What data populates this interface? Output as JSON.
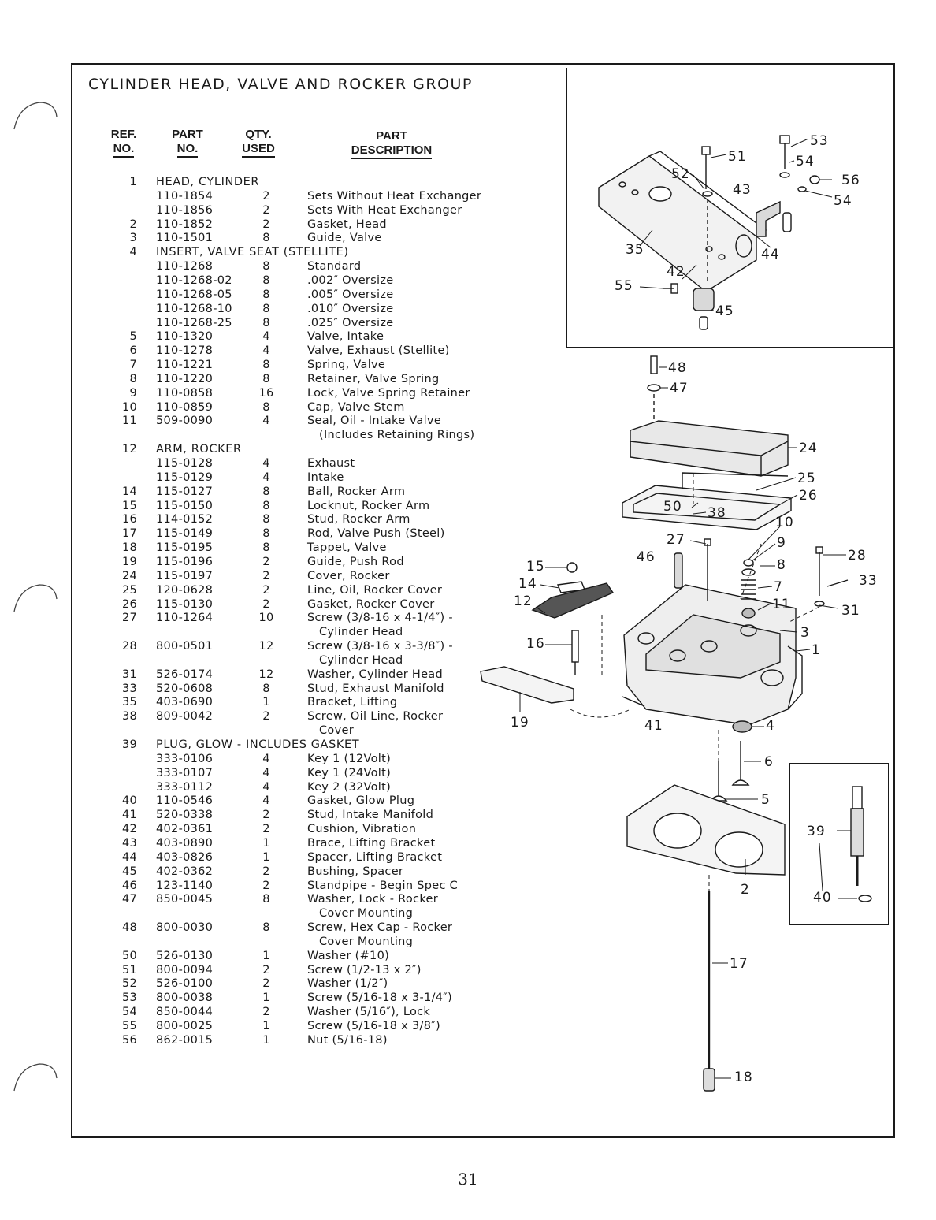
{
  "title": "CYLINDER HEAD, VALVE AND ROCKER GROUP",
  "headers": {
    "ref_line1": "REF.",
    "ref_line2": "NO.",
    "part_line1": "PART",
    "part_line2": "NO.",
    "qty_line1": "QTY.",
    "qty_line2": "USED",
    "desc_line1": "PART",
    "desc_line2": "DESCRIPTION"
  },
  "rows": [
    {
      "kind": "group",
      "ref": "1",
      "group": "HEAD, CYLINDER"
    },
    {
      "kind": "item",
      "ref": "",
      "part": "110-1854",
      "qty": "2",
      "desc": "Sets Without Heat Exchanger"
    },
    {
      "kind": "item",
      "ref": "",
      "part": "110-1856",
      "qty": "2",
      "desc": "Sets With Heat Exchanger"
    },
    {
      "kind": "item",
      "ref": "2",
      "part": "110-1852",
      "qty": "2",
      "desc": "Gasket, Head"
    },
    {
      "kind": "item",
      "ref": "3",
      "part": "110-1501",
      "qty": "8",
      "desc": "Guide, Valve"
    },
    {
      "kind": "group",
      "ref": "4",
      "group": "INSERT, VALVE SEAT (STELLITE)"
    },
    {
      "kind": "item",
      "ref": "",
      "part": "110-1268",
      "qty": "8",
      "desc": "Standard"
    },
    {
      "kind": "item",
      "ref": "",
      "part": "110-1268-02",
      "qty": "8",
      "desc": ".002″ Oversize"
    },
    {
      "kind": "item",
      "ref": "",
      "part": "110-1268-05",
      "qty": "8",
      "desc": ".005″ Oversize"
    },
    {
      "kind": "item",
      "ref": "",
      "part": "110-1268-10",
      "qty": "8",
      "desc": ".010″ Oversize"
    },
    {
      "kind": "item",
      "ref": "",
      "part": "110-1268-25",
      "qty": "8",
      "desc": ".025″ Oversize"
    },
    {
      "kind": "item",
      "ref": "5",
      "part": "110-1320",
      "qty": "4",
      "desc": "Valve, Intake"
    },
    {
      "kind": "item",
      "ref": "6",
      "part": "110-1278",
      "qty": "4",
      "desc": "Valve, Exhaust (Stellite)"
    },
    {
      "kind": "item",
      "ref": "7",
      "part": "110-1221",
      "qty": "8",
      "desc": "Spring, Valve"
    },
    {
      "kind": "item",
      "ref": "8",
      "part": "110-1220",
      "qty": "8",
      "desc": "Retainer, Valve Spring"
    },
    {
      "kind": "item",
      "ref": "9",
      "part": "110-0858",
      "qty": "16",
      "desc": "Lock, Valve Spring Retainer"
    },
    {
      "kind": "item",
      "ref": "10",
      "part": "110-0859",
      "qty": "8",
      "desc": "Cap, Valve Stem"
    },
    {
      "kind": "item",
      "ref": "11",
      "part": "509-0090",
      "qty": "4",
      "desc": "Seal, Oil - Intake Valve"
    },
    {
      "kind": "cont",
      "desc": "(Includes Retaining Rings)"
    },
    {
      "kind": "group",
      "ref": "12",
      "group": "ARM, ROCKER"
    },
    {
      "kind": "item",
      "ref": "",
      "part": "115-0128",
      "qty": "4",
      "desc": "Exhaust"
    },
    {
      "kind": "item",
      "ref": "",
      "part": "115-0129",
      "qty": "4",
      "desc": "Intake"
    },
    {
      "kind": "item",
      "ref": "14",
      "part": "115-0127",
      "qty": "8",
      "desc": "Ball, Rocker Arm"
    },
    {
      "kind": "item",
      "ref": "15",
      "part": "115-0150",
      "qty": "8",
      "desc": "Locknut, Rocker Arm"
    },
    {
      "kind": "item",
      "ref": "16",
      "part": "114-0152",
      "qty": "8",
      "desc": "Stud, Rocker Arm"
    },
    {
      "kind": "item",
      "ref": "17",
      "part": "115-0149",
      "qty": "8",
      "desc": "Rod, Valve Push (Steel)"
    },
    {
      "kind": "item",
      "ref": "18",
      "part": "115-0195",
      "qty": "8",
      "desc": "Tappet, Valve"
    },
    {
      "kind": "item",
      "ref": "19",
      "part": "115-0196",
      "qty": "2",
      "desc": "Guide, Push Rod"
    },
    {
      "kind": "item",
      "ref": "24",
      "part": "115-0197",
      "qty": "2",
      "desc": "Cover, Rocker"
    },
    {
      "kind": "item",
      "ref": "25",
      "part": "120-0628",
      "qty": "2",
      "desc": "Line, Oil, Rocker Cover"
    },
    {
      "kind": "item",
      "ref": "26",
      "part": "115-0130",
      "qty": "2",
      "desc": "Gasket, Rocker Cover"
    },
    {
      "kind": "item",
      "ref": "27",
      "part": "110-1264",
      "qty": "10",
      "desc": "Screw (3/8-16 x 4-1/4″) -"
    },
    {
      "kind": "cont",
      "desc": "Cylinder Head"
    },
    {
      "kind": "item",
      "ref": "28",
      "part": "800-0501",
      "qty": "12",
      "desc": "Screw (3/8-16 x 3-3/8″) -"
    },
    {
      "kind": "cont",
      "desc": "Cylinder Head"
    },
    {
      "kind": "item",
      "ref": "31",
      "part": "526-0174",
      "qty": "12",
      "desc": "Washer, Cylinder Head"
    },
    {
      "kind": "item",
      "ref": "33",
      "part": "520-0608",
      "qty": "8",
      "desc": "Stud, Exhaust Manifold"
    },
    {
      "kind": "item",
      "ref": "35",
      "part": "403-0690",
      "qty": "1",
      "desc": "Bracket, Lifting"
    },
    {
      "kind": "item",
      "ref": "38",
      "part": "809-0042",
      "qty": "2",
      "desc": "Screw, Oil Line, Rocker"
    },
    {
      "kind": "cont",
      "desc": "Cover"
    },
    {
      "kind": "group",
      "ref": "39",
      "group": "PLUG, GLOW - INCLUDES GASKET"
    },
    {
      "kind": "item",
      "ref": "",
      "part": "333-0106",
      "qty": "4",
      "desc": "Key 1 (12Volt)"
    },
    {
      "kind": "item",
      "ref": "",
      "part": "333-0107",
      "qty": "4",
      "desc": "Key 1 (24Volt)"
    },
    {
      "kind": "item",
      "ref": "",
      "part": "333-0112",
      "qty": "4",
      "desc": "Key 2 (32Volt)"
    },
    {
      "kind": "item",
      "ref": "40",
      "part": "110-0546",
      "qty": "4",
      "desc": "Gasket, Glow Plug"
    },
    {
      "kind": "item",
      "ref": "41",
      "part": "520-0338",
      "qty": "2",
      "desc": "Stud, Intake Manifold"
    },
    {
      "kind": "item",
      "ref": "42",
      "part": "402-0361",
      "qty": "2",
      "desc": "Cushion, Vibration"
    },
    {
      "kind": "item",
      "ref": "43",
      "part": "403-0890",
      "qty": "1",
      "desc": "Brace, Lifting Bracket"
    },
    {
      "kind": "item",
      "ref": "44",
      "part": "403-0826",
      "qty": "1",
      "desc": "Spacer, Lifting Bracket"
    },
    {
      "kind": "item",
      "ref": "45",
      "part": "402-0362",
      "qty": "2",
      "desc": "Bushing, Spacer"
    },
    {
      "kind": "item",
      "ref": "46",
      "part": "123-1140",
      "qty": "2",
      "desc": "Standpipe - Begin Spec C"
    },
    {
      "kind": "item",
      "ref": "47",
      "part": "850-0045",
      "qty": "8",
      "desc": "Washer, Lock - Rocker"
    },
    {
      "kind": "cont",
      "desc": "Cover Mounting"
    },
    {
      "kind": "item",
      "ref": "48",
      "part": "800-0030",
      "qty": "8",
      "desc": "Screw, Hex Cap - Rocker"
    },
    {
      "kind": "cont",
      "desc": "Cover Mounting"
    },
    {
      "kind": "item",
      "ref": "50",
      "part": "526-0130",
      "qty": "1",
      "desc": "Washer (#10)"
    },
    {
      "kind": "item",
      "ref": "51",
      "part": "800-0094",
      "qty": "2",
      "desc": "Screw (1/2-13 x 2″)"
    },
    {
      "kind": "item",
      "ref": "52",
      "part": "526-0100",
      "qty": "2",
      "desc": "Washer (1/2″)"
    },
    {
      "kind": "item",
      "ref": "53",
      "part": "800-0038",
      "qty": "1",
      "desc": "Screw (5/16-18 x 3-1/4″)"
    },
    {
      "kind": "item",
      "ref": "54",
      "part": "850-0044",
      "qty": "2",
      "desc": "Washer (5/16″), Lock"
    },
    {
      "kind": "item",
      "ref": "55",
      "part": "800-0025",
      "qty": "1",
      "desc": "Screw (5/16-18 x 3/8″)"
    },
    {
      "kind": "item",
      "ref": "56",
      "part": "862-0015",
      "qty": "1",
      "desc": "Nut (5/16-18)"
    }
  ],
  "callouts": {
    "c53": "53",
    "c54a": "54",
    "c51": "51",
    "c52": "52",
    "c56": "56",
    "c43": "43",
    "c54b": "54",
    "c35": "35",
    "c44": "44",
    "c42": "42",
    "c55": "55",
    "c45": "45",
    "c48": "48",
    "c47": "47",
    "c24": "24",
    "c25": "25",
    "c26": "26",
    "c50": "50",
    "c38": "38",
    "c10": "10",
    "c27": "27",
    "c9": "9",
    "c28": "28",
    "c46": "46",
    "c8": "8",
    "c15": "15",
    "c33": "33",
    "c14": "14",
    "c7": "7",
    "c12": "12",
    "c11": "11",
    "c31": "31",
    "c3": "3",
    "c16": "16",
    "c1": "1",
    "c19": "19",
    "c41": "41",
    "c4": "4",
    "c6": "6",
    "c5": "5",
    "c39": "39",
    "c2": "2",
    "c40": "40",
    "c17": "17",
    "c18": "18"
  },
  "page_number": "31"
}
